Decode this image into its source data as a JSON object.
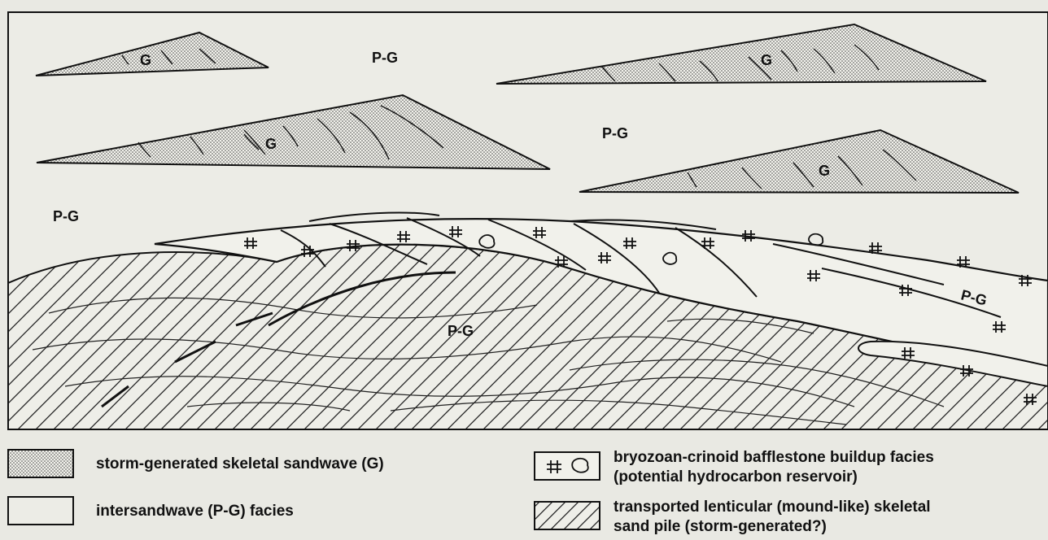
{
  "diagram": {
    "zone_labels": {
      "pg_top": "P-G",
      "pg_mid_right": "P-G",
      "pg_left": "P-G",
      "pg_center": "P-G",
      "pg_right": "P-G"
    },
    "sandwave_label": "G"
  },
  "legend": {
    "sandwave": "storm-generated skeletal sandwave (G)",
    "intersandwave": "intersandwave (P-G) facies",
    "bafflestone_line1": "bryozoan-crinoid bafflestone buildup facies",
    "bafflestone_line2": "(potential hydrocarbon reservoir)",
    "sandpile_line1": "transported lenticular (mound-like) skeletal",
    "sandpile_line2": "sand pile (storm-generated?)"
  }
}
